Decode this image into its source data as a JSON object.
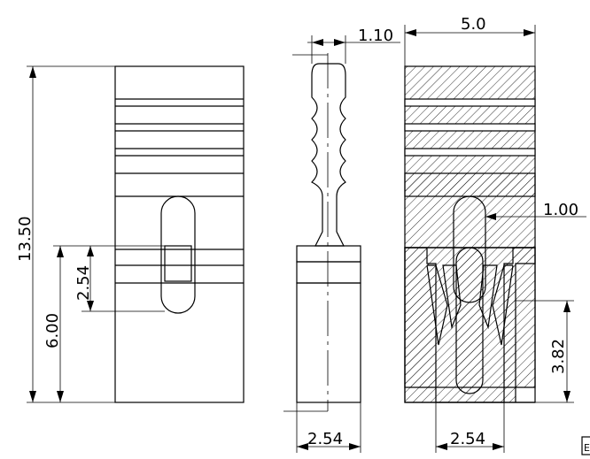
{
  "dimensions": {
    "overall_height": "13.50",
    "base_height": "6.00",
    "pin_window": "2.54",
    "pin_width": "1.10",
    "body_width": "5.0",
    "hole_width": "1.00",
    "contact_depth": "3.82",
    "side_pitch": "2.54",
    "section_pitch": "2.54"
  },
  "corner_label": "E"
}
